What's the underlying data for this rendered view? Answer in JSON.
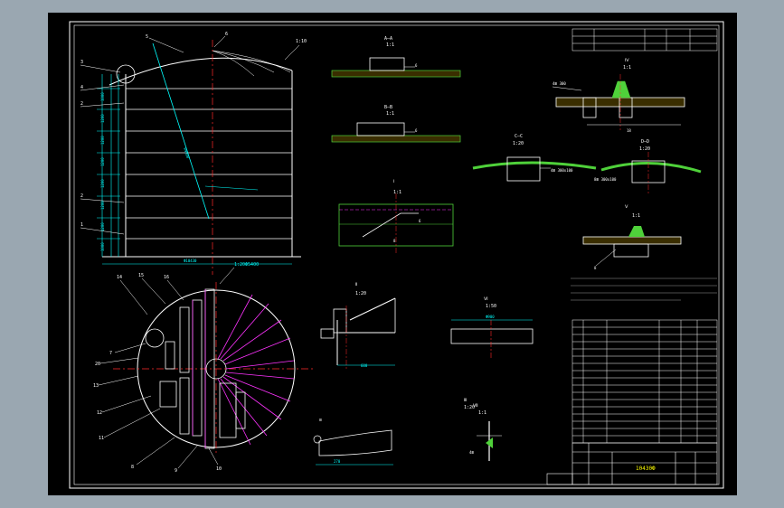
{
  "app": {
    "view": "cad-drawing-viewer"
  },
  "colors": {
    "background": "#9aa7b1",
    "sheet": "#000000",
    "border": "#ffffff",
    "geometry": "#ffffff",
    "dimension": "#00ffff",
    "section": "#4fd13a",
    "center": "#ff2a2a",
    "magenta": "#ff33ff",
    "yellow": "#ffff00",
    "hatch": "#c8a000"
  },
  "labels": {
    "secAA": "A—A",
    "secBB": "B—B",
    "secCC": "C—C",
    "secDD": "D—D",
    "scaleAA": "1:1",
    "scaleBB": "1:1",
    "scaleCC": "1:20",
    "scaleDD": "1:20",
    "detail1": "Ⅰ",
    "scale1": "1:1",
    "detail2": "Ⅱ",
    "scale2": "1:20",
    "detail3": "Ⅲ",
    "scale3": "1:20",
    "detail4": "Ⅳ",
    "scale4": "1:1",
    "detail5": "Ⅴ",
    "scale5": "1:1",
    "detail6": "Ⅵ",
    "scale6": "1:50",
    "detail7": "Ⅶ",
    "scale7": "1:1",
    "titleBlock": "10430Ф"
  }
}
